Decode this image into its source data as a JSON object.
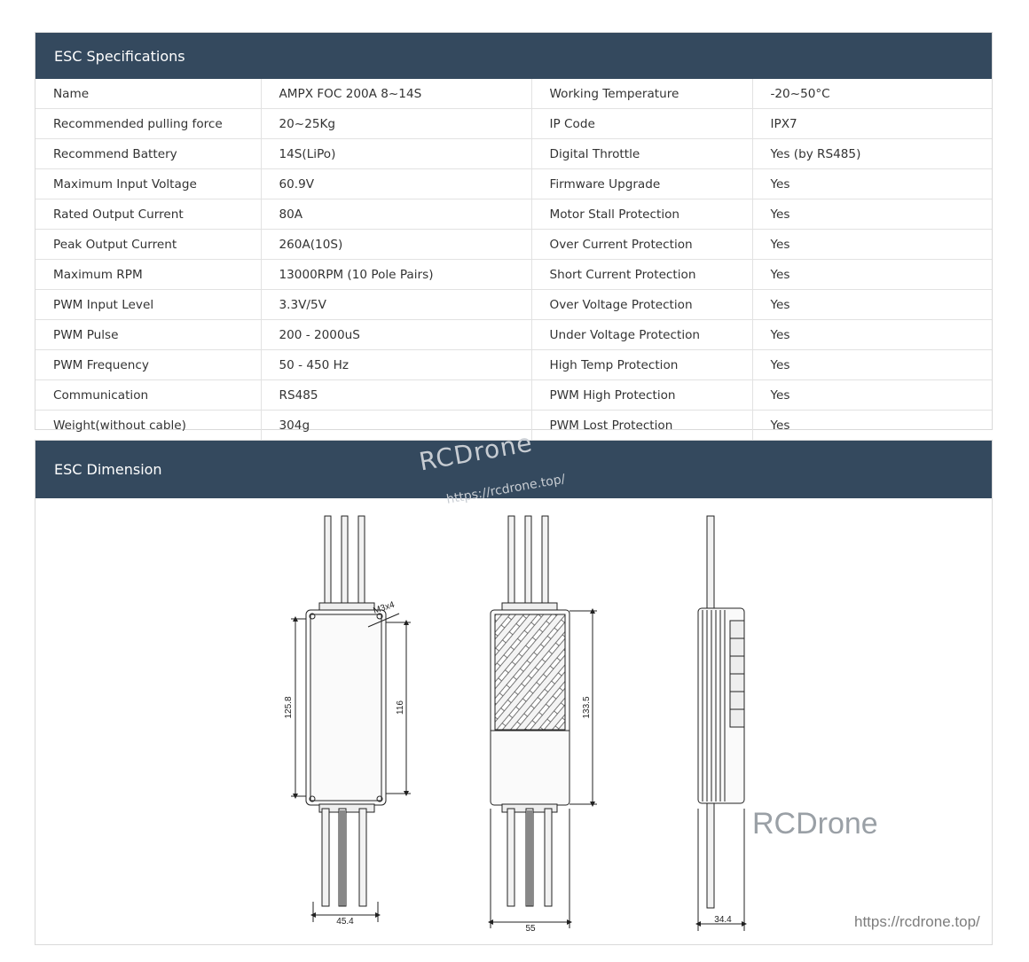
{
  "spec": {
    "title": "ESC Specifications",
    "rows": [
      [
        "Name",
        "AMPX FOC 200A 8~14S",
        "Working Temperature",
        "-20~50°C"
      ],
      [
        "Recommended pulling force",
        "20~25Kg",
        "IP Code",
        "IPX7"
      ],
      [
        "Recommend Battery",
        "14S(LiPo)",
        "Digital Throttle",
        "Yes (by RS485)"
      ],
      [
        "Maximum Input Voltage",
        "60.9V",
        "Firmware Upgrade",
        "Yes"
      ],
      [
        "Rated Output Current",
        "80A",
        "Motor Stall Protection",
        "Yes"
      ],
      [
        "Peak Output Current",
        "260A(10S)",
        "Over Current Protection",
        "Yes"
      ],
      [
        "Maximum RPM",
        "13000RPM (10 Pole Pairs)",
        "Short Current Protection",
        "Yes"
      ],
      [
        "PWM Input Level",
        "3.3V/5V",
        "Over Voltage Protection",
        "Yes"
      ],
      [
        "PWM Pulse",
        "200 - 2000uS",
        "Under Voltage Protection",
        "Yes"
      ],
      [
        "PWM Frequency",
        "50 - 450 Hz",
        "High Temp Protection",
        "Yes"
      ],
      [
        "Communication",
        "RS485",
        "PWM High Protection",
        "Yes"
      ],
      [
        "Weight(without cable)",
        "304g",
        "PWM Lost Protection",
        "Yes"
      ]
    ]
  },
  "dimension": {
    "title": "ESC Dimension",
    "labels": {
      "screw": "M3x4",
      "height_outer": "125.8",
      "height_inner": "116",
      "width_front": "45.4",
      "height_back": "133.5",
      "width_back": "55",
      "width_side": "34.4"
    }
  },
  "watermarks": {
    "brand": "RCDrone",
    "url_slanted": "https://rcdrone.top/",
    "brand_large": "RCDrone",
    "url_footer": "https://rcdrone.top/"
  },
  "colors": {
    "header_bg": "#34495e",
    "border": "#d9d9d9"
  }
}
